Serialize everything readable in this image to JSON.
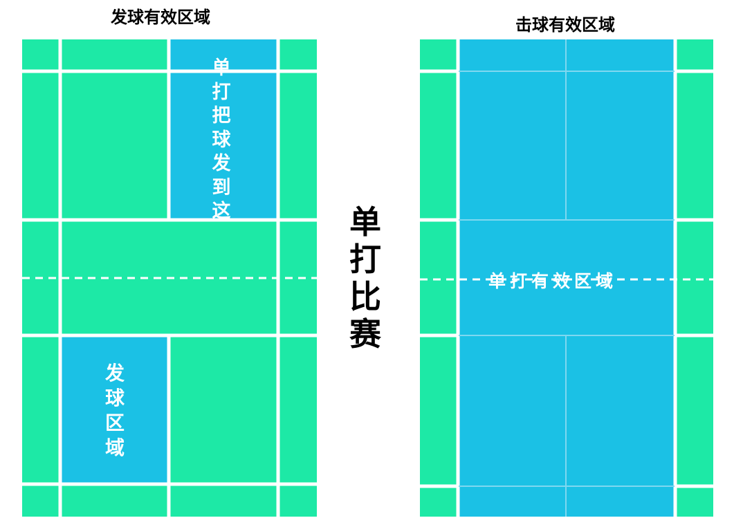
{
  "left_court": {
    "title": "发球有效区域",
    "serve_target_label": "单打把球发到这",
    "serve_zone_label": "发球区域"
  },
  "center": {
    "title": "单打比赛"
  },
  "right_court": {
    "title": "击球有效区域",
    "valid_zone_label": "单打有效区域"
  },
  "colors": {
    "court_green": "#1DE9A6",
    "zone_blue": "#1BC1E5",
    "line_white": "#FFFFFF",
    "text_black": "#000000"
  }
}
